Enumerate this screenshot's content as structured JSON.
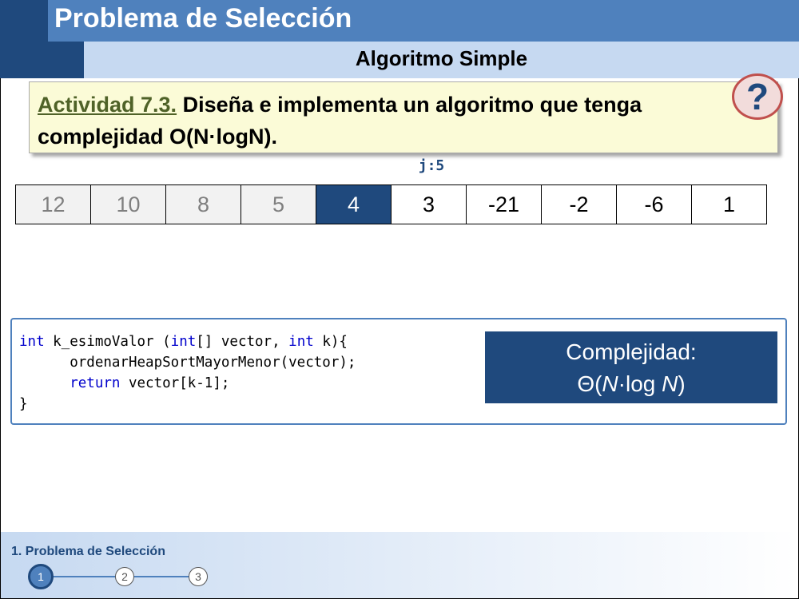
{
  "title": "Problema de Selección",
  "subtitle": "Algoritmo Simple",
  "activity": {
    "label": "Actividad 7.3.",
    "text": " Diseña e implementa un algoritmo que tenga complejidad O(N·logN)."
  },
  "help_icon": "question-mark",
  "j_label": "j:5",
  "array": [
    {
      "value": "12",
      "state": "done"
    },
    {
      "value": "10",
      "state": "done"
    },
    {
      "value": "8",
      "state": "done"
    },
    {
      "value": "5",
      "state": "done"
    },
    {
      "value": "4",
      "state": "current"
    },
    {
      "value": "3",
      "state": "normal"
    },
    {
      "value": "-21",
      "state": "normal"
    },
    {
      "value": "-2",
      "state": "normal"
    },
    {
      "value": "-6",
      "state": "normal"
    },
    {
      "value": "1",
      "state": "normal"
    }
  ],
  "code": {
    "line1_kw1": "int",
    "line1_a": " k_esimoValor (",
    "line1_kw2": "int",
    "line1_b": "[] vector, ",
    "line1_kw3": "int",
    "line1_c": " k){",
    "line2": "      ordenarHeapSortMayorMenor(vector);",
    "line3_indent": "      ",
    "line3_kw": "return",
    "line3_rest": " vector[k-1];",
    "line4": "}"
  },
  "complexity": {
    "label": "Complejidad:",
    "theta": "Θ(",
    "n1": "N",
    "mid": "·log ",
    "n2": "N",
    "close": ")"
  },
  "footer": {
    "section": "1. Problema de Selección",
    "steps": [
      "1",
      "2",
      "3"
    ]
  },
  "colors": {
    "dark_blue": "#1f497d",
    "mid_blue": "#4f81bd",
    "light_blue": "#c6d9f1",
    "activity_bg": "#fbfbd7",
    "activity_label": "#4f6228"
  }
}
